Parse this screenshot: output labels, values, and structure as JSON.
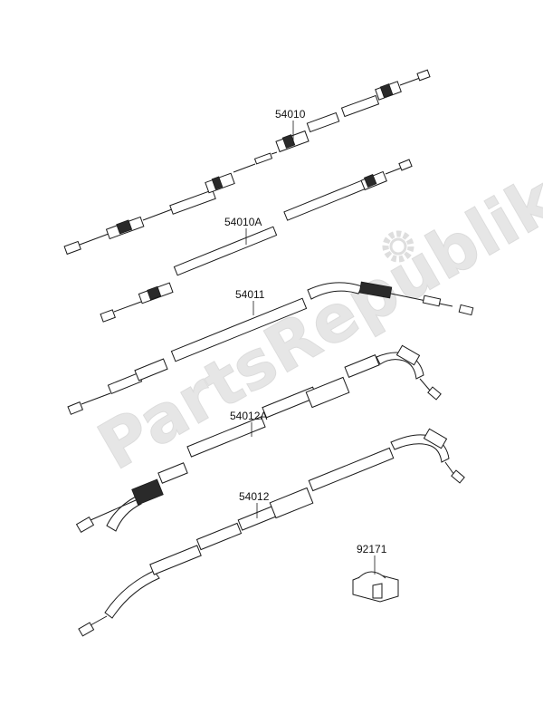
{
  "watermark": {
    "text": "PartsRepublik",
    "icon": "gear-icon",
    "color": "#e4e4e4"
  },
  "parts": [
    {
      "id": "54010"
    },
    {
      "id": "54010A"
    },
    {
      "id": "54011"
    },
    {
      "id": "54012A"
    },
    {
      "id": "54012"
    },
    {
      "id": "92171"
    }
  ]
}
